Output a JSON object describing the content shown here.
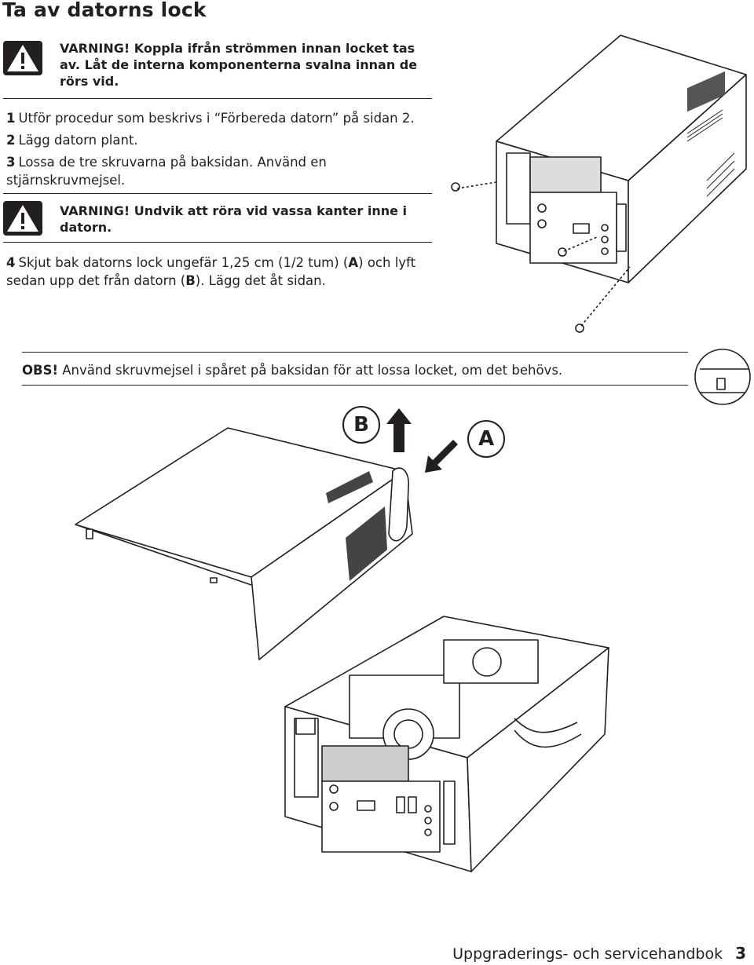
{
  "page": {
    "title": "Ta av datorns lock",
    "warnings": [
      "VARNING! Koppla ifrån strömmen innan locket tas av. Låt de interna komponenterna svalna innan de rörs vid.",
      "VARNING! Undvik att röra vid vassa kanter inne i datorn."
    ],
    "steps": [
      {
        "num": "1",
        "text": "Utför procedur som beskrivs i “Förbereda datorn” på sidan 2."
      },
      {
        "num": "2",
        "text": "Lägg datorn plant."
      },
      {
        "num": "3",
        "text": "Lossa de tre skruvarna på baksidan. Använd en stjärnskruvmejsel."
      }
    ],
    "step4": {
      "num": "4",
      "part1": "Skjut bak datorns lock ungefär 1,25 cm (1/2 tum) (",
      "a": "A",
      "part2": ") och lyft sedan upp det från datorn (",
      "b": "B",
      "part3": "). Lägg det åt sidan."
    },
    "note": {
      "label": "OBS!",
      "text": "Använd skruvmejsel i spåret på baksidan för att lossa locket, om det behövs."
    },
    "callouts": {
      "b": "B",
      "a": "A"
    },
    "footer": {
      "title": "Uppgraderings- och servicehandbok",
      "page_number": "3"
    }
  },
  "icons": [
    "warning-icon",
    "warning-icon",
    "screw-icon",
    "arrow-up-icon",
    "arrow-left-down-icon"
  ]
}
